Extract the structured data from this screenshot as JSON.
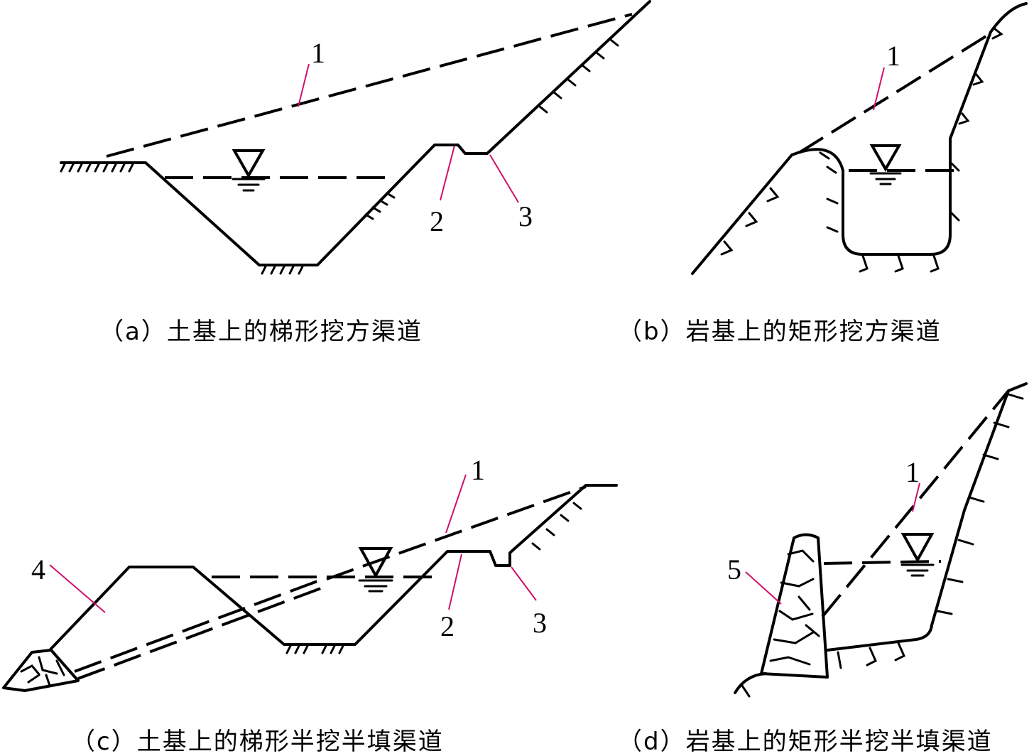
{
  "panels": {
    "a": {
      "caption": "（a）土基上的梯形挖方渠道",
      "labels": [
        "1",
        "2",
        "3"
      ]
    },
    "b": {
      "caption": "（b）岩基上的矩形挖方渠道",
      "labels": [
        "1"
      ]
    },
    "c": {
      "caption": "（c）土基上的梯形半挖半填渠道",
      "labels": [
        "1",
        "2",
        "3",
        "4"
      ]
    },
    "d": {
      "caption": "（d）岩基上的矩形半挖半填渠道",
      "labels": [
        "1",
        "5"
      ]
    }
  },
  "colors": {
    "line": "#000000",
    "leader": "#d0106a"
  },
  "icons": [
    "water-level-symbol",
    "soil-hatch",
    "rock-hatch",
    "stone-masonry"
  ]
}
